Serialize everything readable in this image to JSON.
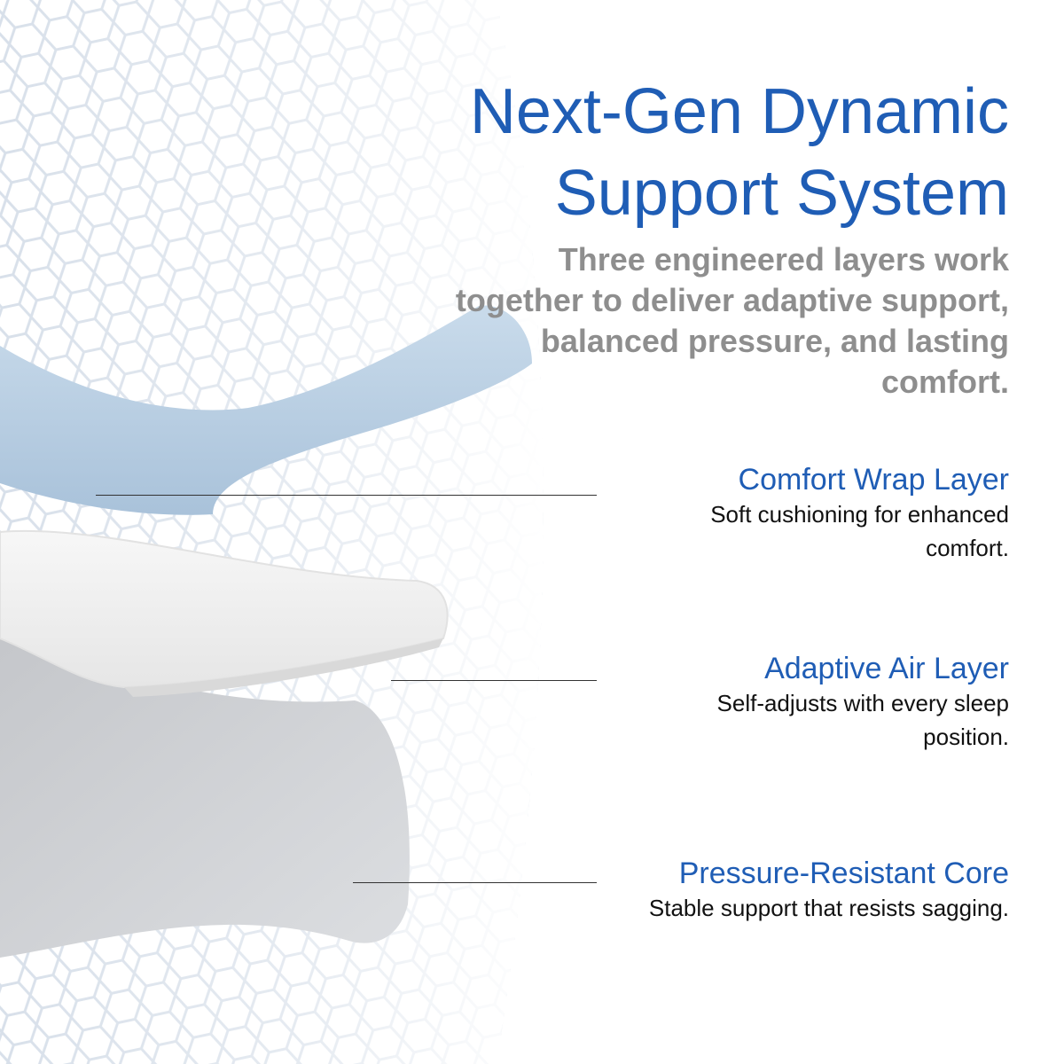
{
  "colors": {
    "title": "#1f5db5",
    "layer_title": "#1f5db5",
    "intro": "#8e8e8e",
    "top_layer": "#b8cfe3",
    "middle_layer": "#f2f2f2",
    "core_layer": "#d2d4d8",
    "mesh": "#dfe6ef"
  },
  "headline": {
    "line1": "Next-Gen Dynamic",
    "line2": "Support System"
  },
  "intro": "Three engineered layers work together to deliver adaptive support, balanced pressure, and lasting comfort.",
  "layers": [
    {
      "title": "Comfort Wrap Layer",
      "description": "Soft cushioning for enhanced comfort."
    },
    {
      "title": "Adaptive Air Layer",
      "description": "Self-adjusts with every sleep position."
    },
    {
      "title": "Pressure-Resistant Core",
      "description": "Stable support that resists sagging."
    }
  ]
}
